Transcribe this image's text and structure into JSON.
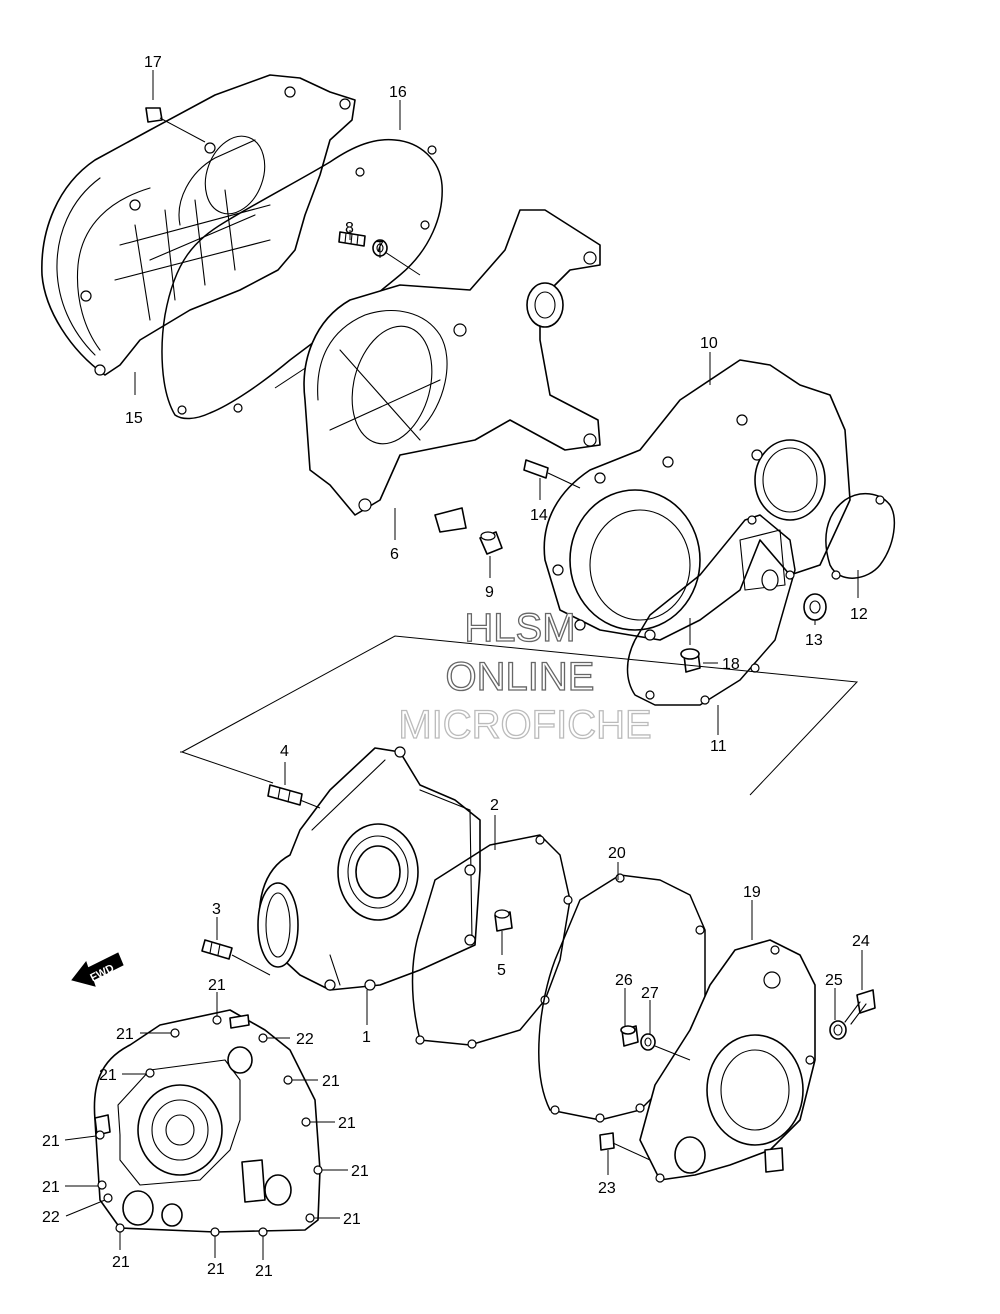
{
  "watermark": {
    "line1": "HLSM",
    "line2": "ONLINE",
    "line3": "MICROFICHE"
  },
  "fwd_arrow_label": "FWD",
  "callouts": {
    "c17": "17",
    "c16": "16",
    "c8": "8",
    "c7": "7",
    "c15": "15",
    "c10": "10",
    "c14": "14",
    "c6": "6",
    "c9": "9",
    "c12": "12",
    "c13": "13",
    "c18": "18",
    "c11": "11",
    "c4": "4",
    "c2": "2",
    "c20": "20",
    "c19": "19",
    "c24": "24",
    "c3": "3",
    "c5": "5",
    "c26": "26",
    "c27": "27",
    "c25": "25",
    "c1": "1",
    "c23": "23",
    "c22a": "22",
    "c22b": "22",
    "c21a": "21",
    "c21b": "21",
    "c21c": "21",
    "c21d": "21",
    "c21e": "21",
    "c21f": "21",
    "c21g": "21",
    "c21h": "21",
    "c21i": "21",
    "c21j": "21",
    "c21k": "21",
    "c21l": "21"
  }
}
